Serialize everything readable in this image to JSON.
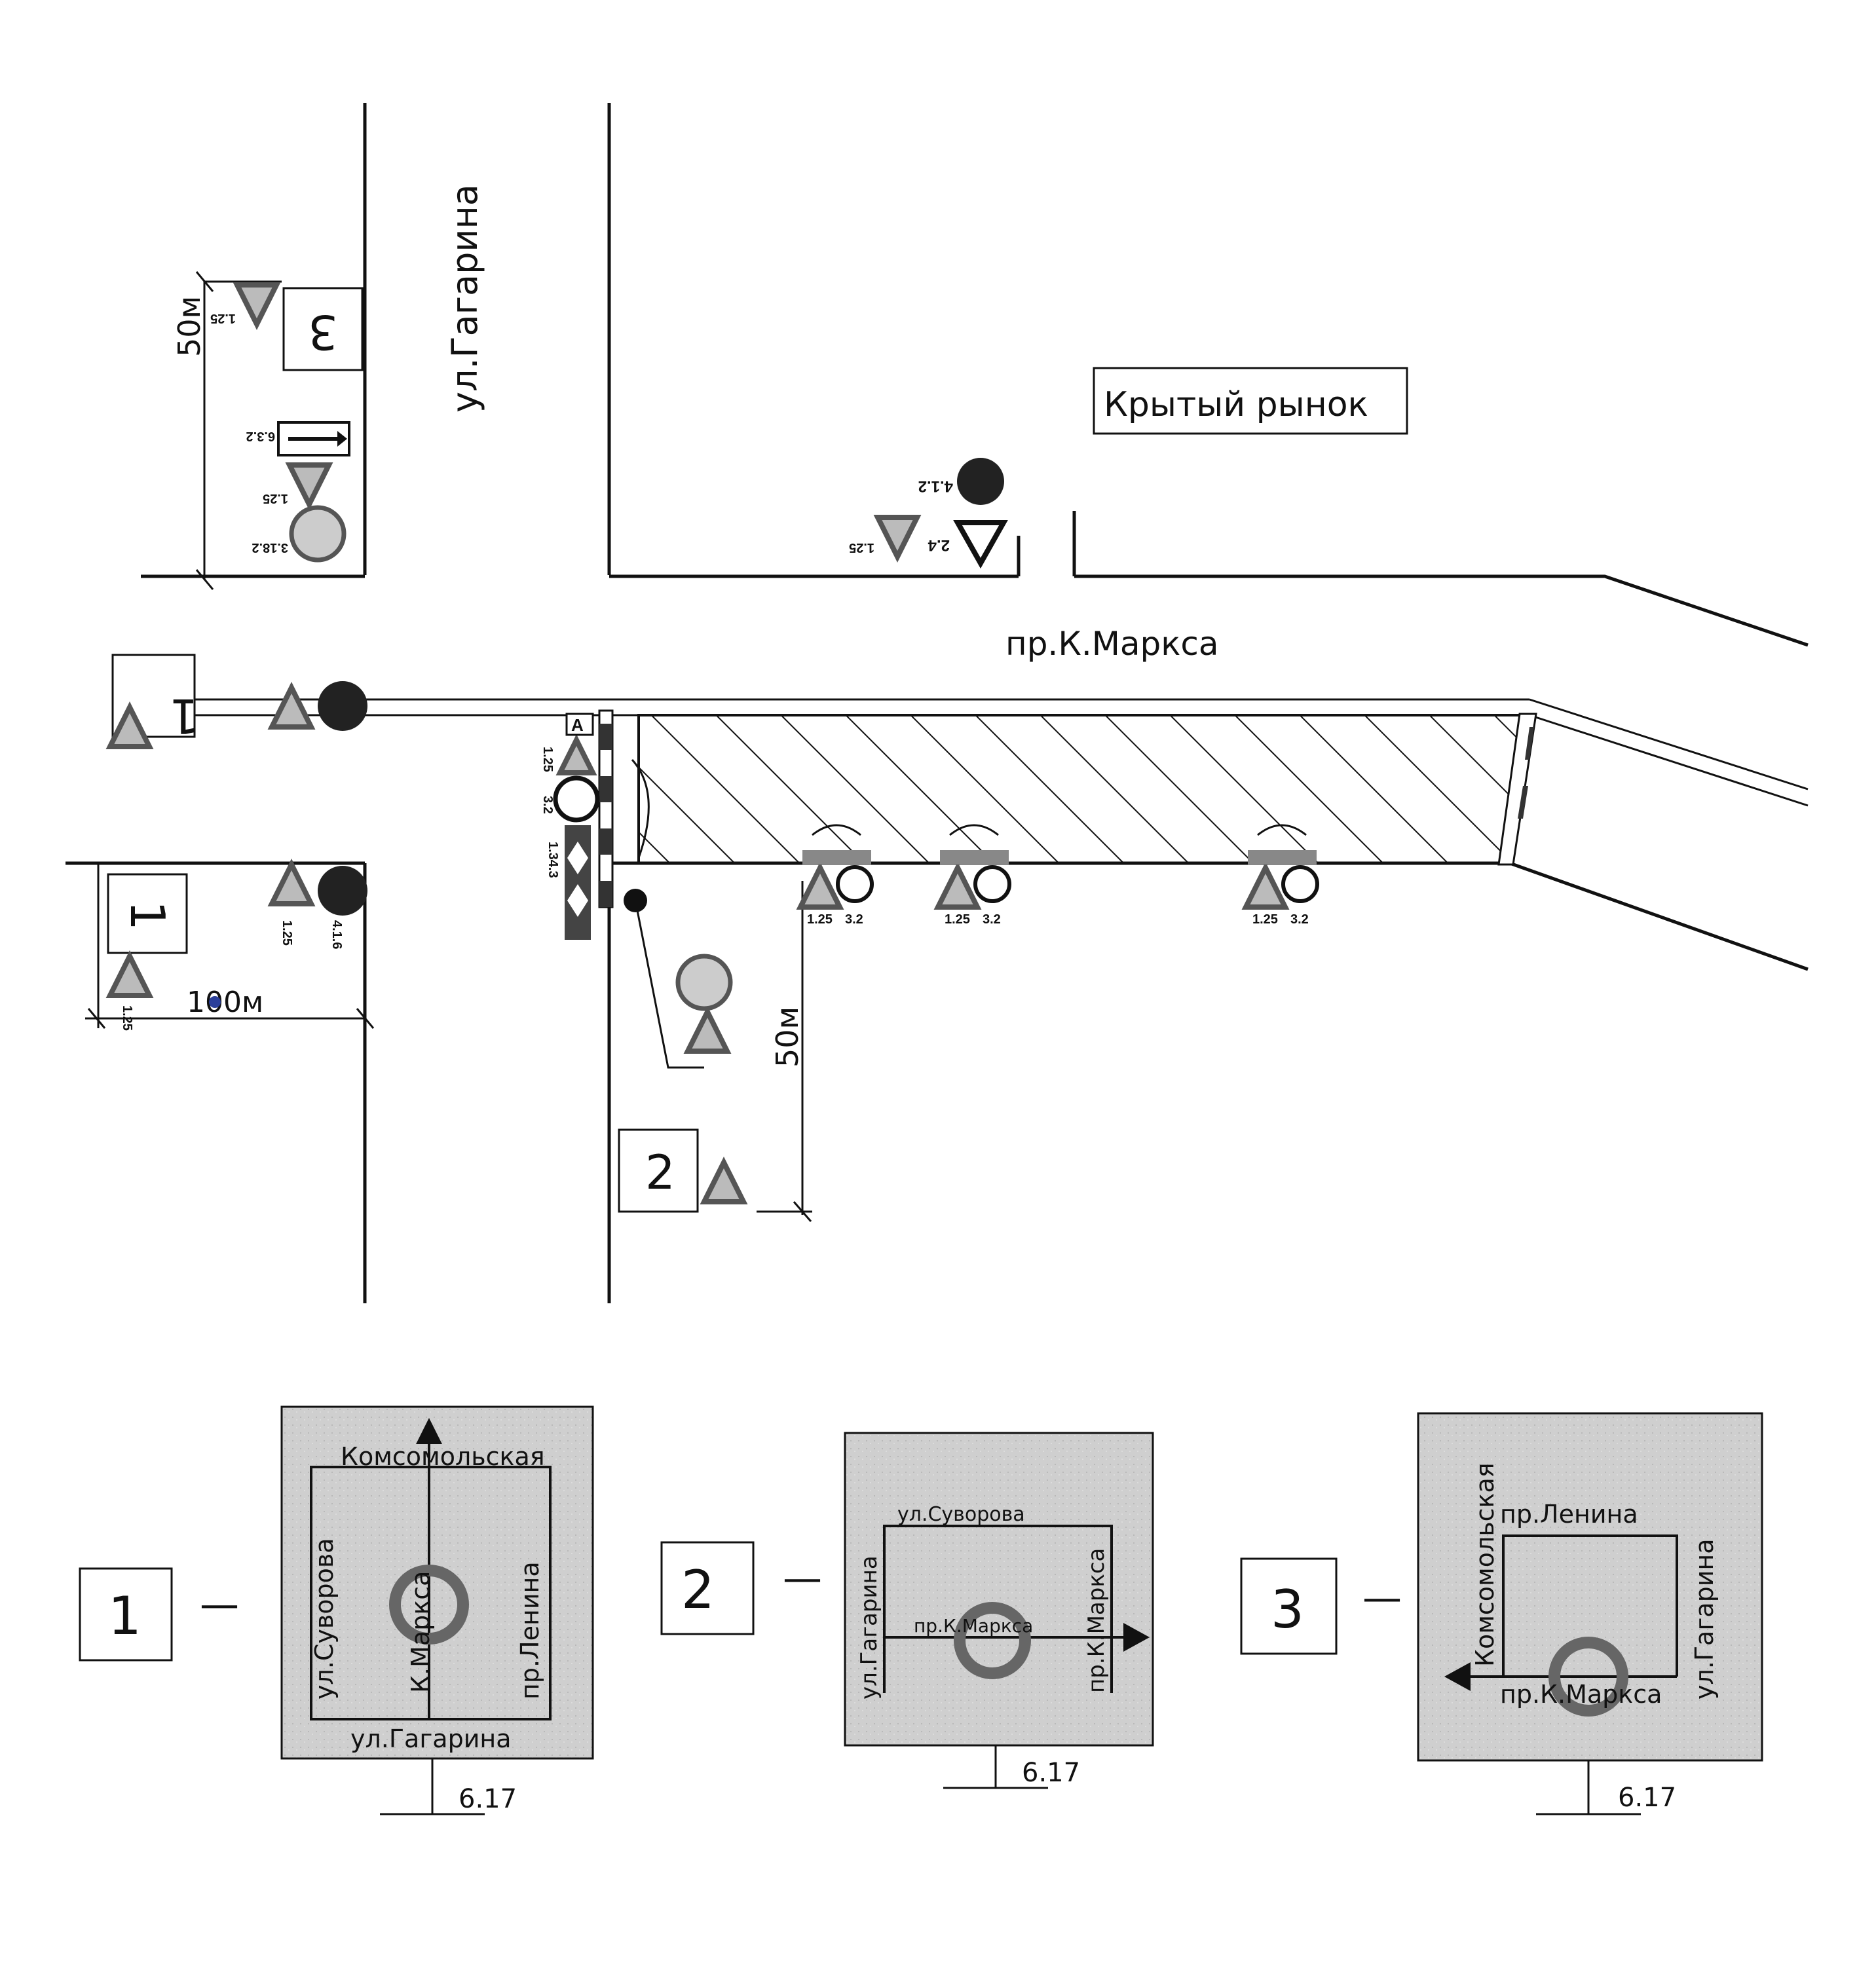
{
  "map": {
    "street_gagarina": "ул.Гагарина",
    "street_marx": "пр.К.Маркса",
    "market": "Крытый рынок",
    "dim_50m_top": "50м",
    "dim_50m_right": "50м",
    "dim_100m": "100м",
    "box1_left": "1",
    "box1_top": "1",
    "box2": "2",
    "box3": "3",
    "pointer_A": "А",
    "sign_codes": {
      "s_1_25": "1.25",
      "s_3_2": "3.2",
      "s_4_1_6": "4.1.6",
      "s_6_3_2": "6.3.2",
      "s_3_18_2": "3.18.2",
      "s_4_1_2": "4.1.2",
      "s_2_4": "2.4",
      "s_1_34_3": "1.34.3"
    }
  },
  "schemes": [
    {
      "number": "1",
      "top": "Комсомольская",
      "left": "ул.Суворова",
      "center": "К.Маркса",
      "right": "пр.Ленина",
      "bottom": "ул.Гагарина",
      "sign": "6.17"
    },
    {
      "number": "2",
      "top": "ул.Суворова",
      "left": "ул.Гагарина",
      "center": "пр.К.Маркса",
      "right": "пр.К.Маркса",
      "sign": "6.17"
    },
    {
      "number": "3",
      "left": "Комсомольская",
      "top": "пр.Ленина",
      "right": "ул.Гагарина",
      "bottom": "пр.К.Маркса",
      "sign": "6.17"
    }
  ],
  "dash": "—",
  "colors": {
    "ink": "#111111",
    "panel": "#cfcfcf",
    "ring": "#666666",
    "blue_dot": "#2a3f9a"
  }
}
